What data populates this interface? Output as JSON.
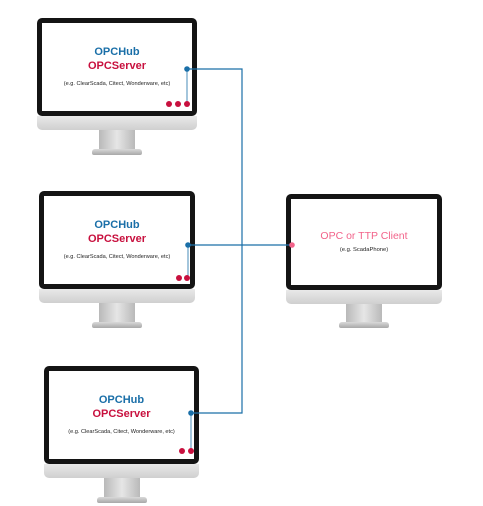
{
  "servers": [
    {
      "hub_label": "OPCHub",
      "server_label": "OPCServer",
      "example": "(e.g. ClearScada, Citect, Wonderware, etc)"
    },
    {
      "hub_label": "OPCHub",
      "server_label": "OPCServer",
      "example": "(e.g. ClearScada, Citect, Wonderware, etc)"
    },
    {
      "hub_label": "OPCHub",
      "server_label": "OPCServer",
      "example": "(e.g. ClearScada, Citect, Wonderware, etc)"
    }
  ],
  "client": {
    "label": "OPC or TTP Client",
    "example": "(e.g. ScadaPhone)"
  },
  "colors": {
    "hub_text": "#1a6fa8",
    "server_text": "#c8103e",
    "client_text": "#f2638a",
    "connector_line": "#1a6fa8",
    "server_dot": "#c8103e"
  }
}
